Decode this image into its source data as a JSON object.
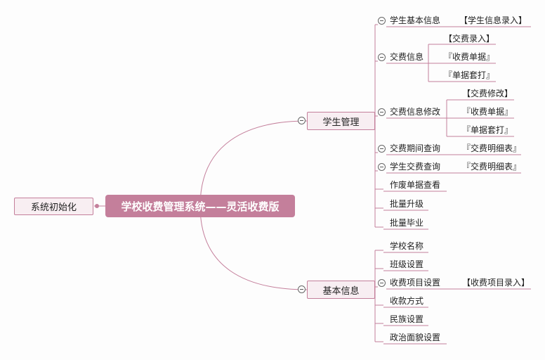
{
  "root": {
    "label": "学校收费管理系统——灵活收费版"
  },
  "left_node": {
    "label": "系统初始化"
  },
  "branches": {
    "student": {
      "label": "学生管理"
    },
    "basic": {
      "label": "基本信息"
    }
  },
  "student_items": {
    "basic_info": {
      "label": "学生基本信息",
      "children": [
        "【学生信息录入】"
      ]
    },
    "fee_info": {
      "label": "交费信息",
      "children": [
        "【交费录入】",
        "『收费单据』",
        "『单据套打』"
      ]
    },
    "fee_modify": {
      "label": "交费信息修改",
      "children": [
        "【交费修改】",
        "『收费单据』",
        "『单据套打』"
      ]
    },
    "period_query": {
      "label": "交费期间查询",
      "children": [
        "『交费明细表』"
      ]
    },
    "student_query": {
      "label": "学生交费查询",
      "children": [
        "『交费明细表』"
      ]
    },
    "void_receipt": {
      "label": "作废单据查看"
    },
    "batch_upgrade": {
      "label": "批量升级"
    },
    "batch_graduate": {
      "label": "批量毕业"
    }
  },
  "basic_items": {
    "school_name": {
      "label": "学校名称"
    },
    "class_setup": {
      "label": "班级设置"
    },
    "fee_item_setup": {
      "label": "收费项目设置",
      "children": [
        "【收费项目录入】"
      ]
    },
    "payment_method": {
      "label": "收款方式"
    },
    "ethnicity": {
      "label": "民族设置"
    },
    "political": {
      "label": "政治面貌设置"
    }
  },
  "colors": {
    "line": "#c47f9b",
    "root_fill": "#c47f9b",
    "box_fill": "#f8eef2"
  }
}
